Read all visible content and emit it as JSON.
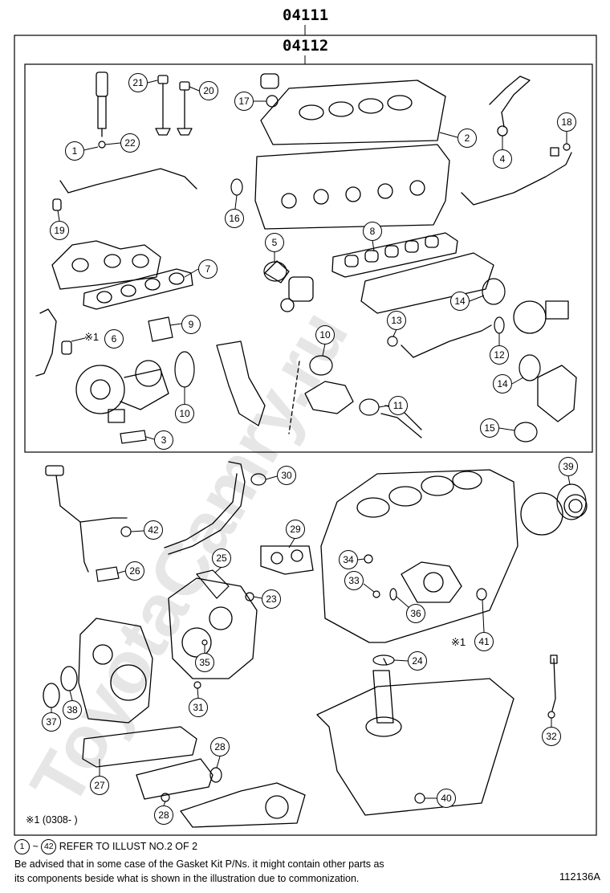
{
  "kits": {
    "outer": "04111",
    "inner": "04112"
  },
  "watermark": "ToyotaCamry.ru",
  "callouts": {
    "c1": "1",
    "c2": "2",
    "c3": "3",
    "c4": "4",
    "c5": "5",
    "c6": "6",
    "c7": "7",
    "c8": "8",
    "c9": "9",
    "c10a": "10",
    "c10b": "10",
    "c11": "11",
    "c12": "12",
    "c13": "13",
    "c14a": "14",
    "c14b": "14",
    "c15": "15",
    "c16": "16",
    "c17": "17",
    "c18": "18",
    "c19": "19",
    "c20": "20",
    "c21": "21",
    "c22": "22",
    "c23": "23",
    "c24": "24",
    "c25": "25",
    "c26": "26",
    "c27": "27",
    "c28a": "28",
    "c28b": "28",
    "c29": "29",
    "c30": "30",
    "c31": "31",
    "c32": "32",
    "c33": "33",
    "c34": "34",
    "c35": "35",
    "c36": "36",
    "c37": "37",
    "c38": "38",
    "c39": "39",
    "c40": "40",
    "c41": "41",
    "c42": "42"
  },
  "note_marks": {
    "mark6": "※1",
    "mark41": "※1"
  },
  "date_note": "※1 (0308-      )",
  "footer": {
    "range_start": "1",
    "range_sep": "~",
    "range_end": "42",
    "refer_text": "REFER TO ILLUST NO.2 OF 2",
    "advice_line1": "Be advised that in some case of the Gasket Kit P/Ns.  it might contain other parts as",
    "advice_line2": "its components beside what is shown in the illustration due to commonization."
  },
  "drawing_id": "112136A"
}
